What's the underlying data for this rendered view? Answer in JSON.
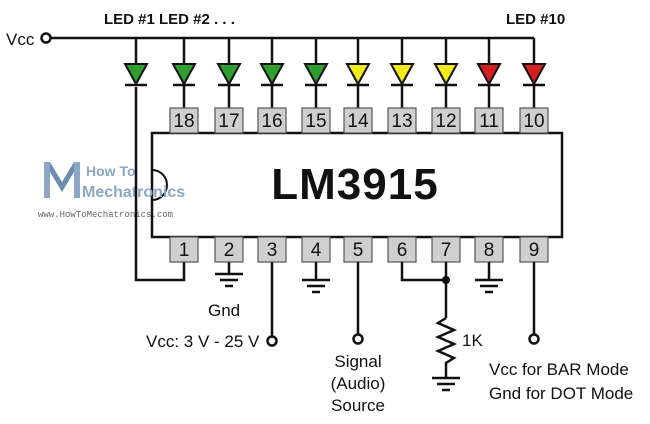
{
  "labels": {
    "vcc": "Vcc",
    "led_first": "LED #1 LED #2 . . .",
    "led_last": "LED #10",
    "chip": "LM3915",
    "gnd": "Gnd",
    "vcc_range": "Vcc: 3 V - 25 V",
    "signal_1": "Signal",
    "signal_2": "(Audio)",
    "signal_3": "Source",
    "resistor": "1K",
    "mode_bar": "Vcc for BAR Mode",
    "mode_dot": "Gnd for DOT Mode"
  },
  "watermark": {
    "line1": "How To",
    "line2": "Mechatronics",
    "url": "www.HowToMechatronics.com"
  },
  "top_pins": [
    "18",
    "17",
    "16",
    "15",
    "14",
    "13",
    "12",
    "11",
    "10"
  ],
  "bottom_pins": [
    "1",
    "2",
    "3",
    "4",
    "5",
    "6",
    "7",
    "8",
    "9"
  ],
  "leds": [
    {
      "color": "#2e9e2e"
    },
    {
      "color": "#2e9e2e"
    },
    {
      "color": "#2e9e2e"
    },
    {
      "color": "#2e9e2e"
    },
    {
      "color": "#2e9e2e"
    },
    {
      "color": "#f2ea1c"
    },
    {
      "color": "#f2ea1c"
    },
    {
      "color": "#f2ea1c"
    },
    {
      "color": "#d42020"
    },
    {
      "color": "#d42020"
    }
  ]
}
